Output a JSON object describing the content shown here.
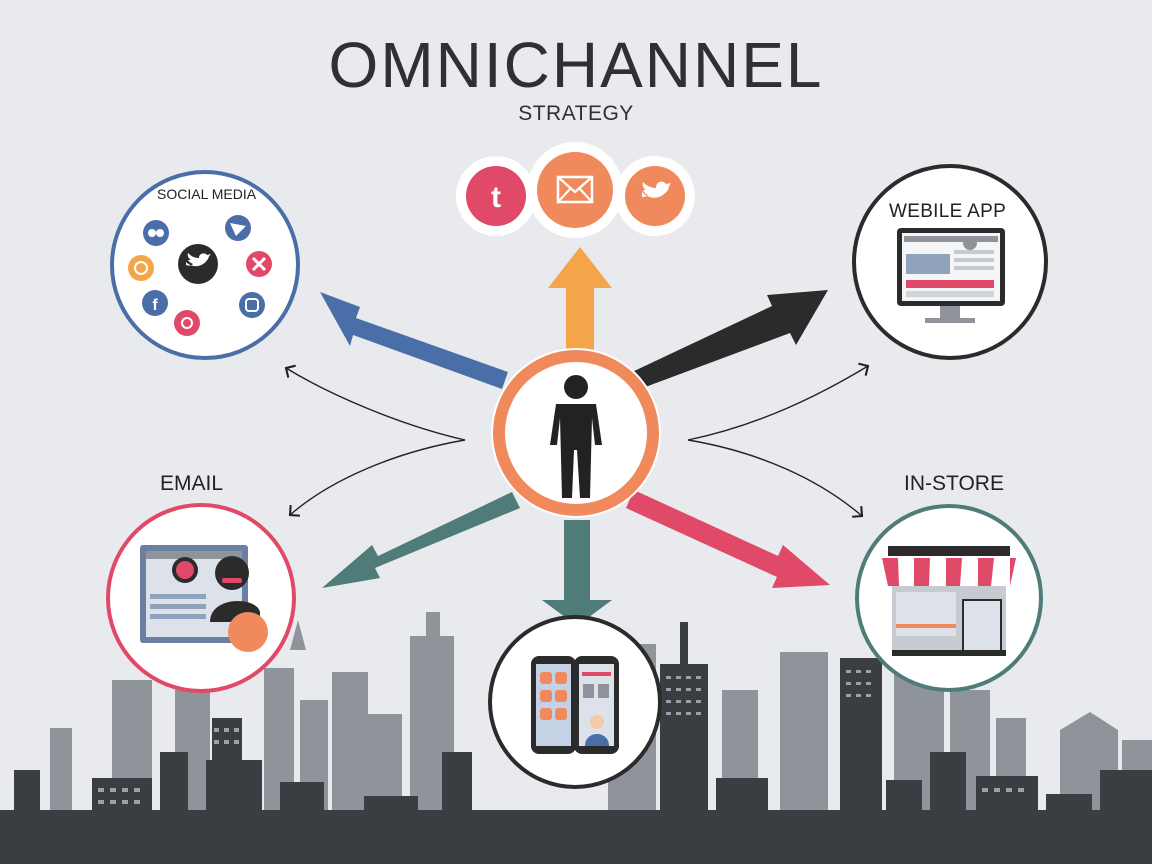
{
  "header": {
    "title": "OMNICHANNEL",
    "subtitle": "STRATEGY"
  },
  "channels": {
    "social_media": {
      "label": "SOCIAL MEDIA",
      "color": "#4a6ea8"
    },
    "web_app": {
      "label": "WEBILE APP",
      "color": "#2b2b2b"
    },
    "email": {
      "label": "EMAIL",
      "color": "#e04a68"
    },
    "in_store": {
      "label": "IN-STORE",
      "color": "#4f7b78"
    },
    "mobile": {
      "color": "#2b2b2b"
    }
  },
  "top_icons": [
    {
      "icon": "tumblr-icon",
      "glyph": "t",
      "color": "#e04a68"
    },
    {
      "icon": "mail-icon",
      "color": "#f08a5d"
    },
    {
      "icon": "twitter-icon",
      "color": "#f08a5d"
    }
  ],
  "arrows": {
    "up": "#f4a54a",
    "upper_left": "#4a6ea8",
    "upper_right": "#2b2b2b",
    "lower_left": "#4f7b78",
    "down": "#4f7b78",
    "lower_right": "#e04a68"
  },
  "center": {
    "icon": "person-icon",
    "ring_color": "#f08a5d"
  }
}
